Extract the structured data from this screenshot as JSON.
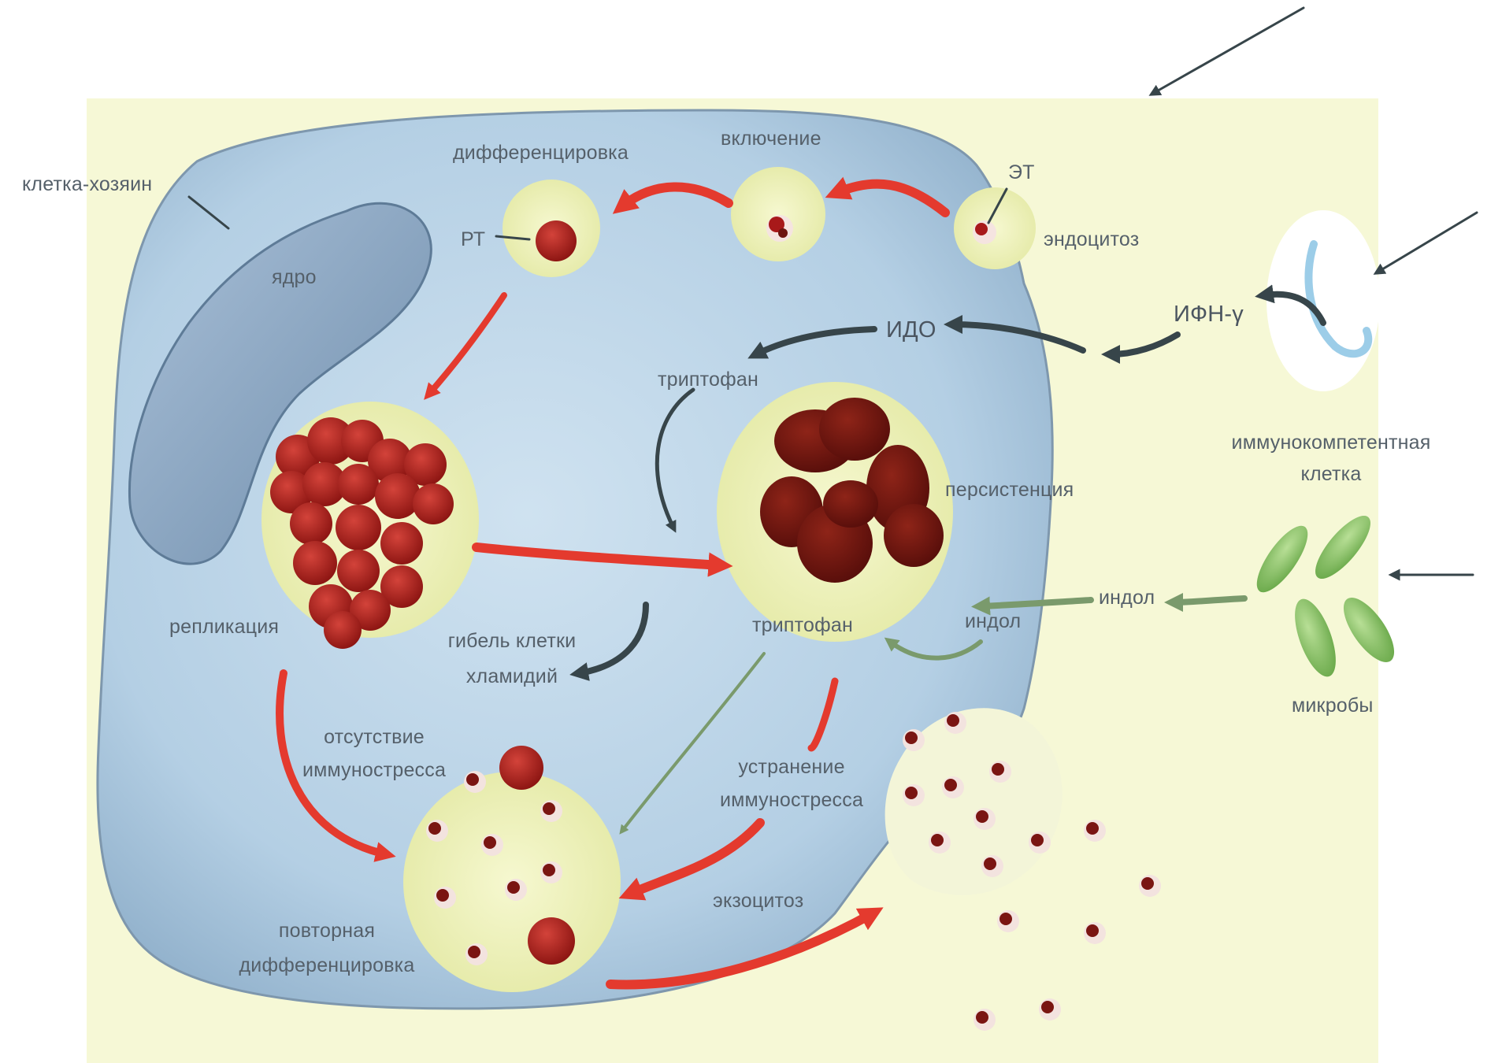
{
  "labels": {
    "host_cell": "клетка-хозяин",
    "nucleus": "ядро",
    "differentiation": "дифференцировка",
    "inclusion": "включение",
    "et": "ЭТ",
    "endocytosis": "эндоцитоз",
    "rt": "РТ",
    "ifn_gamma": "ИФН-γ",
    "ido": "ИДО",
    "tryptophan_top": "триптофан",
    "immunocompetent_cell_line1": "иммунокомпетентная",
    "immunocompetent_cell_line2": "клетка",
    "persistence": "персистенция",
    "replication": "репликация",
    "chlamydia_death_line1": "гибель клетки",
    "chlamydia_death_line2": "хламидий",
    "tryptophan_center": "триптофан",
    "indole_inner": "индол",
    "indole_outer": "индол",
    "microbes": "микробы",
    "no_immunostress_line1": "отсутствие",
    "no_immunostress_line2": "иммуностресса",
    "immunostress_removal_line1": "устранение",
    "immunostress_removal_line2": "иммуностресса",
    "exocytosis": "экзоцитоз",
    "redifferentiation_line1": "повторная",
    "redifferentiation_line2": "дифференцировка"
  },
  "colors": {
    "background_yellow": "#f6f8d6",
    "cell_body": "#b9d4e8",
    "cell_edge": "#7e97ad",
    "nucleus": "#8aa6c2",
    "vacuole": "#eef1bf",
    "red_body": "#a8191a",
    "aberrant_body": "#6e1410",
    "red_arrow": "#e43a2e",
    "dark_arrow": "#37454a",
    "green_arrow": "#7a9a6c",
    "microbe": "#8cc56a",
    "label_text": "#55606a"
  }
}
